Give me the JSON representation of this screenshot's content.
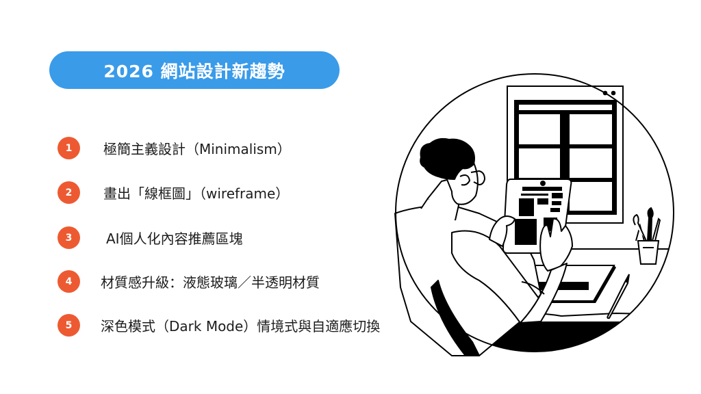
{
  "slide": {
    "title": "2026 網站設計新趨勢",
    "colors": {
      "title_pill": "#3a9be9",
      "badge": "#ed5a32",
      "text": "#1c1c1c",
      "background": "#ffffff"
    },
    "trends": [
      {
        "number": "1",
        "label": "極簡主義設計（Minimalism）"
      },
      {
        "number": "2",
        "label": "畫出「線框圖」（wireframe）"
      },
      {
        "number": "3",
        "label": "AI個人化內容推薦區塊"
      },
      {
        "number": "4",
        "label": "材質感升級：液態玻璃／半透明材質"
      },
      {
        "number": "5",
        "label": "深色模式（Dark Mode）情境式與自適應切換"
      }
    ],
    "illustration": {
      "description": "person-with-tablet-viewing-wireframe-illustration"
    }
  }
}
